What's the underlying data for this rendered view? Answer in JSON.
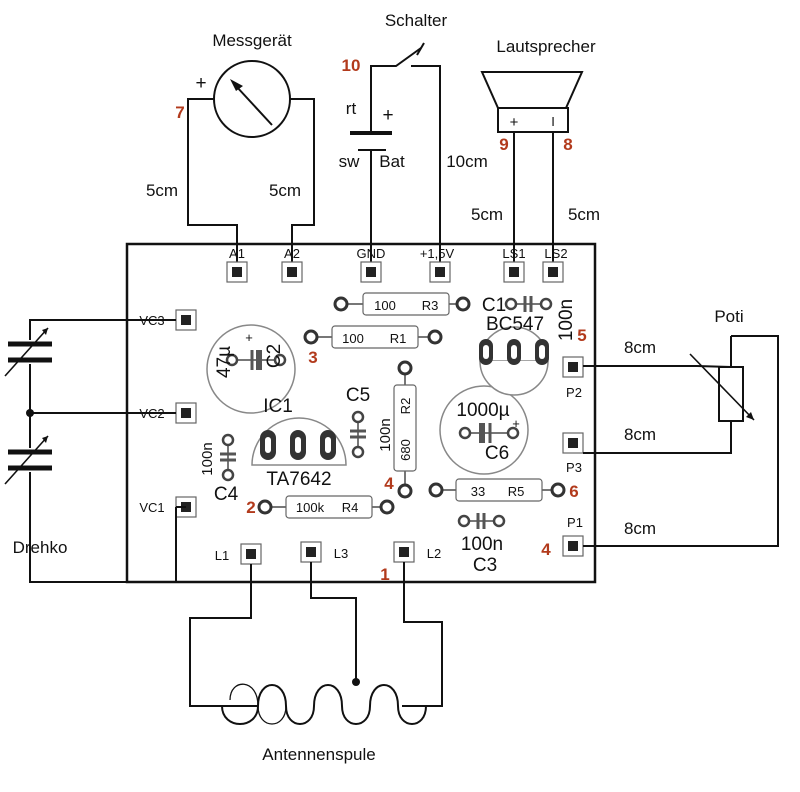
{
  "title": "",
  "colors": {
    "line": "#111111",
    "number": "#b23a1c",
    "pad": "#555555",
    "part": "#777777"
  },
  "components": {
    "meter": "Messgerät",
    "switch": "Schalter",
    "speaker": "Lautsprecher",
    "battery": "Bat",
    "battery_red": "rt",
    "battery_black": "sw",
    "potentiometer": "Poti",
    "capacitor_tuning": "Drehko",
    "antenna_coil": "Antennenspule",
    "plus": "+",
    "minus": "I"
  },
  "pads": [
    "A1",
    "A2",
    "GND",
    "+1,5V",
    "LS1",
    "LS2",
    "VC3",
    "VC2",
    "VC1",
    "P2",
    "P3",
    "P1",
    "L1",
    "L3",
    "L2"
  ],
  "parts": {
    "r3": {
      "value": "100",
      "name": "R3"
    },
    "r1": {
      "value": "100",
      "name": "R1"
    },
    "r2": {
      "value": "680",
      "name": "R2"
    },
    "r4": {
      "value": "100k",
      "name": "R4"
    },
    "r5": {
      "value": "33",
      "name": "R5"
    },
    "c1": {
      "name": "C1",
      "value": "100n"
    },
    "c2": {
      "name": "C2",
      "value": "47µ"
    },
    "c3": {
      "name": "C3",
      "value": "100n"
    },
    "c4": {
      "name": "C4",
      "value": "100n"
    },
    "c5": {
      "name": "C5",
      "value": "100n"
    },
    "c6": {
      "name": "C6",
      "value": "1000µ"
    },
    "transistor": "BC547",
    "ic": {
      "name": "IC1",
      "type": "TA7642"
    }
  },
  "wire_lengths": {
    "meter_left": "5cm",
    "meter_right": "5cm",
    "bat_right": "10cm",
    "speaker_left": "5cm",
    "speaker_right": "5cm",
    "poti_top": "8cm",
    "poti_mid": "8cm",
    "poti_bottom": "8cm"
  },
  "step_numbers": {
    "n1": "1",
    "n2": "2",
    "n3": "3",
    "n4_pcb": "4",
    "n4_p1": "4",
    "n5": "5",
    "n6": "6",
    "n7": "7",
    "n8": "8",
    "n9": "9",
    "n10": "10"
  }
}
